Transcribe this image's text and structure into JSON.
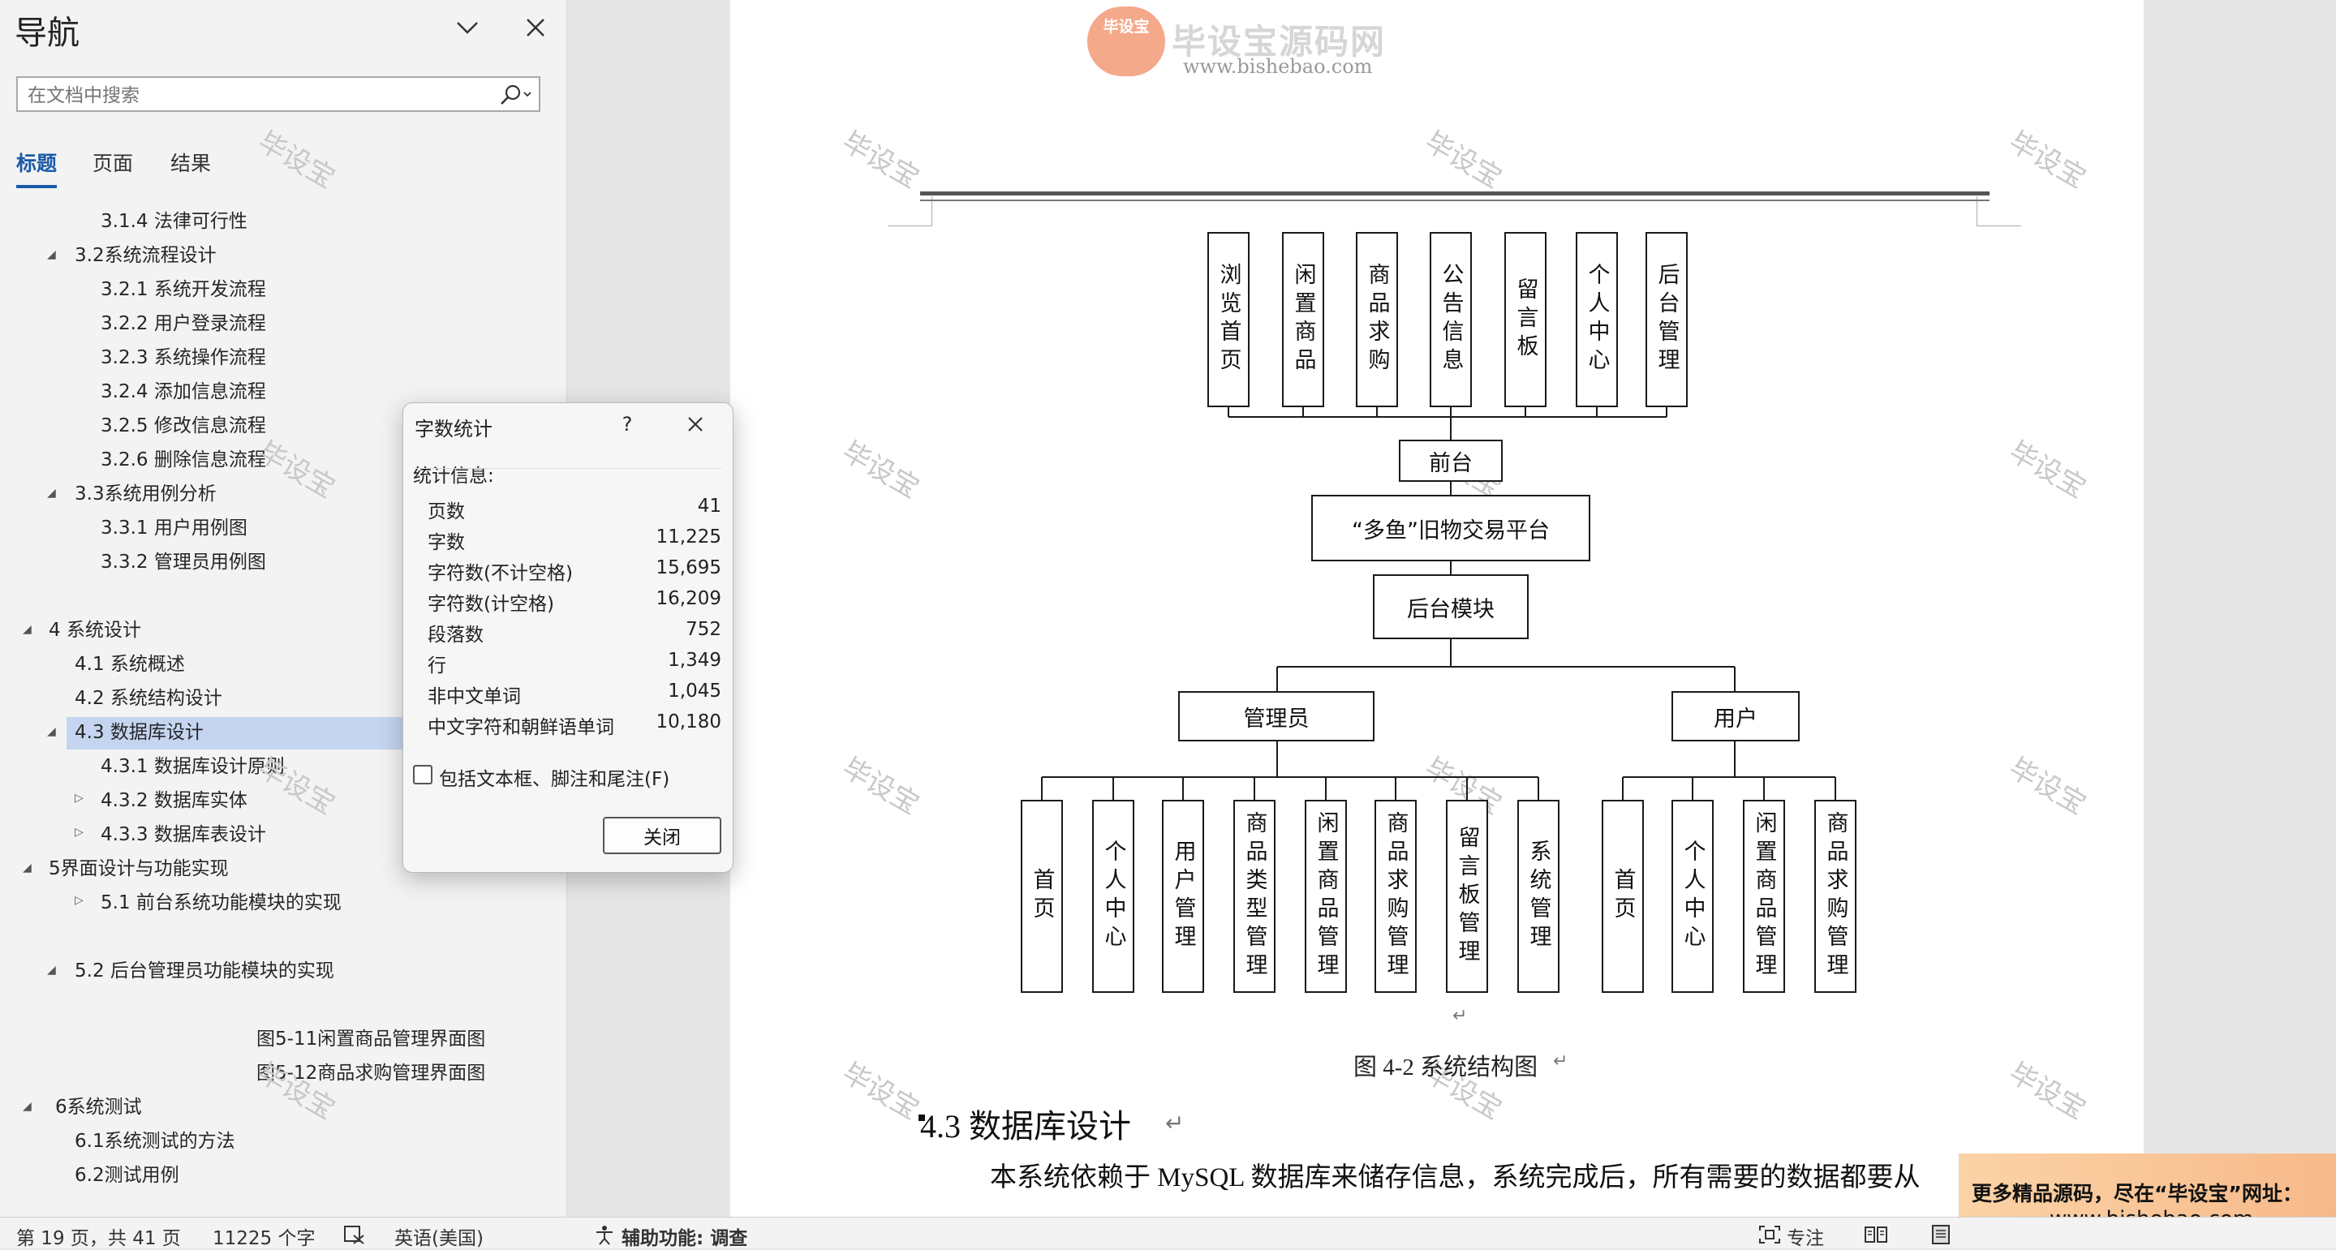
{
  "nav": {
    "title": "导航",
    "search_placeholder": "在文档中搜索",
    "tabs": [
      "标题",
      "页面",
      "结果"
    ],
    "tree": [
      {
        "label": "3.1.4 法律可行性"
      },
      {
        "label": "3.2系统流程设计"
      },
      {
        "label": "3.2.1 系统开发流程"
      },
      {
        "label": "3.2.2 用户登录流程"
      },
      {
        "label": "3.2.3 系统操作流程"
      },
      {
        "label": "3.2.4 添加信息流程"
      },
      {
        "label": "3.2.5 修改信息流程"
      },
      {
        "label": "3.2.6 删除信息流程"
      },
      {
        "label": "3.3系统用例分析"
      },
      {
        "label": "3.3.1 用户用例图"
      },
      {
        "label": "3.3.2 管理员用例图"
      },
      {
        "label": "4 系统设计"
      },
      {
        "label": "4.1 系统概述"
      },
      {
        "label": "4.2 系统结构设计"
      },
      {
        "label": "4.3 数据库设计"
      },
      {
        "label": "4.3.1 数据库设计原则"
      },
      {
        "label": "4.3.2 数据库实体"
      },
      {
        "label": "4.3.3 数据库表设计"
      },
      {
        "label": "5界面设计与功能实现"
      },
      {
        "label": "5.1 前台系统功能模块的实现"
      },
      {
        "label": "5.2 后台管理员功能模块的实现"
      },
      {
        "label": "图5-11闲置商品管理界面图"
      },
      {
        "label": "图5-12商品求购管理界面图"
      },
      {
        "label": "6系统测试"
      },
      {
        "label": "6.1系统测试的方法"
      },
      {
        "label": "6.2测试用例"
      }
    ]
  },
  "watermark": "毕设宝",
  "logo": {
    "badge": "毕设宝",
    "name": "毕设宝源码网",
    "url": "www.bishebao.com"
  },
  "diagram": {
    "front_modules": [
      "浏览首页",
      "闲置商品",
      "商品求购",
      "公告信息",
      "留言板",
      "个人中心",
      "后台管理"
    ],
    "front": "前台",
    "platform": "“多鱼”旧物交易平台",
    "backend": "后台模块",
    "admin": "管理员",
    "user": "用户",
    "admin_modules": [
      "首页",
      "个人中心",
      "用户管理",
      "商品类型管理",
      "闲置商品管理",
      "商品求购管理",
      "留言板管理",
      "系统管理"
    ],
    "user_modules": [
      "首页",
      "个人中心",
      "闲置商品管理",
      "商品求购管理"
    ]
  },
  "caption": "图 4-2  系统结构图",
  "section_heading": "4.3  数据库设计",
  "body_text": "本系统依赖于 MySQL 数据库来储存信息，系统完成后，所有需要的数据都要从",
  "ad": {
    "line1": "更多精品源码，尽在“毕设宝”网址：",
    "line2": "www.bishebao.com"
  },
  "status": {
    "page": "第 19 页，共 41 页",
    "words": "11225 个字",
    "language": "英语(美国)",
    "accessibility": "辅助功能: 调查",
    "focus": "专注"
  },
  "dialog": {
    "title": "字数统计",
    "help": "?",
    "group": "统计信息:",
    "stats": [
      {
        "label": "页数",
        "value": "41"
      },
      {
        "label": "字数",
        "value": "11,225"
      },
      {
        "label": "字符数(不计空格)",
        "value": "15,695"
      },
      {
        "label": "字符数(计空格)",
        "value": "16,209"
      },
      {
        "label": "段落数",
        "value": "752"
      },
      {
        "label": "行",
        "value": "1,349"
      },
      {
        "label": "非中文单词",
        "value": "1,045"
      },
      {
        "label": "中文字符和朝鲜语单词",
        "value": "10,180"
      }
    ],
    "include_label": "包括文本框、脚注和尾注(F)",
    "include_checked": false,
    "close_label": "关闭"
  }
}
